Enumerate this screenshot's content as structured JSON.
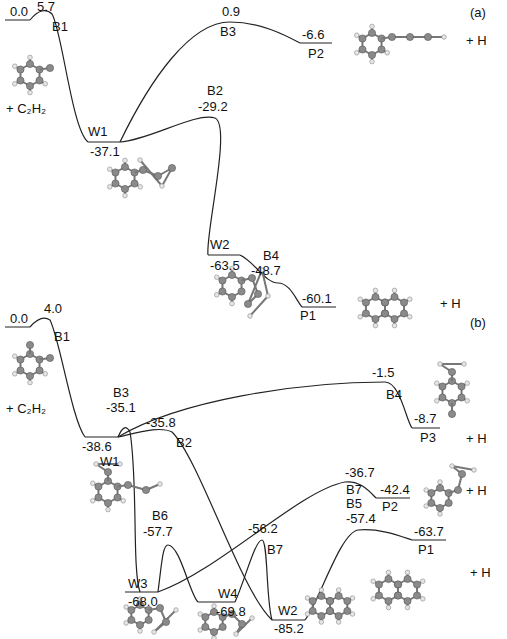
{
  "diagram": {
    "labels": [
      "0.0",
      "5.7",
      "B1",
      "0.9",
      "B3",
      "-6.6",
      "P2",
      "+ H",
      "B2",
      "-29.2",
      "W1",
      "-37.1",
      "+ C₂H₂",
      "B4",
      "-48.7",
      "-60.1",
      "P1",
      "+ H",
      "W2",
      "-63.5",
      "(a)",
      "0.0",
      "4.0",
      "B1",
      "(b)",
      "-1.5",
      "B4",
      "-8.7",
      "P3",
      "+ H",
      "+ C₂H₂",
      "B3",
      "-35.1",
      "-35.8",
      "B2",
      "-38.6",
      "W1",
      "-36.7",
      "B7",
      "-42.4",
      "P2",
      "+ H",
      "B5",
      "-57.4",
      "-63.7",
      "P1",
      "+ H",
      "B6",
      "-57.7",
      "-56.2",
      "B7",
      "W3",
      "-68.0",
      "W4",
      "-69.8",
      "W2",
      "-85.2"
    ]
  }
}
